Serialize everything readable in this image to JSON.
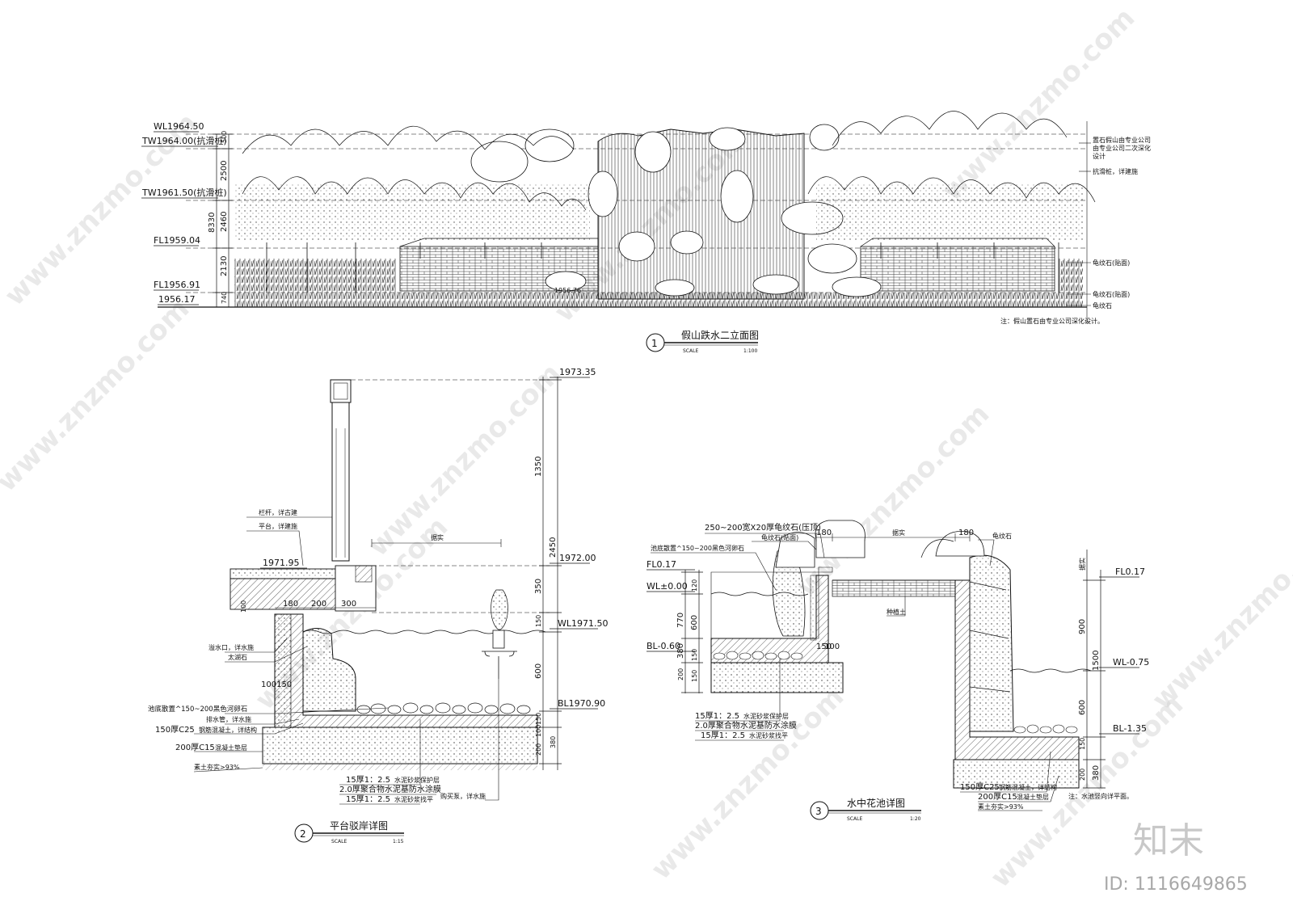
{
  "elevation": {
    "title": "假山跌水二立面图",
    "number": "1",
    "scale_label": "SCALE",
    "scale_value": "1:100",
    "levels": [
      "WL1964.50",
      "TW1964.00(抗滑桩)",
      "TW1961.50(抗滑桩)",
      "FL1959.04",
      "FL1956.91",
      "1956.17"
    ],
    "level_mid": "1956.76",
    "dims": [
      "500",
      "2500",
      "2460",
      "8330",
      "2130",
      "740"
    ],
    "notes_right": [
      "置石假山由专业公司",
      "由专业公司二次深化",
      "设计",
      "抗滑桩，详建施",
      "龟纹石(贴面)",
      "龟纹石(贴面)",
      "龟纹石"
    ],
    "footnote": "注：假山置石由专业公司深化设计。"
  },
  "section2": {
    "title": "平台驳岸详图",
    "number": "2",
    "scale_label": "SCALE",
    "scale_value": "1:15",
    "levels": [
      "1973.35",
      "1972.00",
      "1971.95",
      "WL1971.50",
      "BL1970.90"
    ],
    "dims_v": [
      "1350",
      "2450",
      "350",
      "150",
      "600",
      "150",
      "100",
      "200",
      "380"
    ],
    "dims_h": [
      "180",
      "200",
      "300"
    ],
    "dims_misc": [
      "100",
      "100150",
      "据实"
    ],
    "left_notes": [
      "栏杆，详古建",
      "平台，详建施",
      "溢水口，详水施",
      "太湖石",
      "池底散置^150~200黑色河卵石",
      "排水管，详水施",
      "150厚C25",
      "钢筋混凝土，详结构",
      "200厚C15",
      "混凝土垫层",
      "素土夯实>93%"
    ],
    "bottom_notes": [
      "15厚1：2.5",
      "水泥砂浆保护层",
      "2.0厚聚合物水泥基防水涂膜",
      "15厚1：2.5",
      "水泥砂浆找平",
      "购买泵，详水施"
    ]
  },
  "section3": {
    "title": "水中花池详图",
    "number": "3",
    "scale_label": "SCALE",
    "scale_value": "1:20",
    "levels": [
      "FL0.17",
      "WL±0.00",
      "BL-0.60",
      "FL0.17",
      "WL-0.75",
      "BL-1.35"
    ],
    "dims_left": [
      "120",
      "770",
      "600",
      "150",
      "200",
      "380",
      "150"
    ],
    "dims_right": [
      "据实",
      "900",
      "1500",
      "600",
      "150",
      "200",
      "380"
    ],
    "dims_top": [
      "180",
      "据实",
      "180"
    ],
    "dims_misc": [
      "150",
      "100"
    ],
    "top_notes": [
      "250~200宽X20厚龟纹石(压顶)",
      "龟纹石(贴面)",
      "池底散置^150~200黑色河卵石",
      "龟纹石"
    ],
    "mid_note": "种植土",
    "left_bottom_notes": [
      "15厚1：2.5",
      "水泥砂浆保护层",
      "2.0厚聚合物水泥基防水涂膜",
      "15厚1：2.5",
      "水泥砂浆找平"
    ],
    "right_bottom_notes": [
      "150厚C25",
      "钢筋混凝土，详结构",
      "200厚C15",
      "混凝土垫层",
      "素土夯实>93%"
    ],
    "note": "注：水池竖向详平面。"
  },
  "watermark": {
    "text": "www.znzmo.com",
    "brand": "知末",
    "id": "ID: 1116649865"
  },
  "colors": {
    "line": "#111111",
    "fill_light": "#e9e9e9",
    "watermark": "#cfcfcf"
  }
}
